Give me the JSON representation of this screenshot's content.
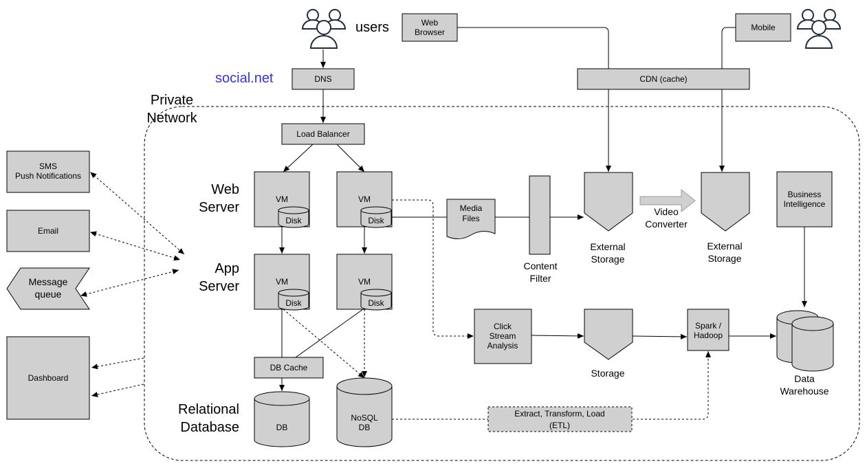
{
  "labels": {
    "users": "users",
    "social_net": "social.net",
    "private_network": [
      "Private",
      "Network"
    ],
    "web_server": [
      "Web",
      "Server"
    ],
    "app_server": [
      "App",
      "Server"
    ],
    "relational_database": [
      "Relational",
      "Database"
    ],
    "video_converter": [
      "Video",
      "Converter"
    ],
    "content_filter": [
      "Content",
      "Filter"
    ],
    "external_storage_1": [
      "External",
      "Storage"
    ],
    "external_storage_2": [
      "External",
      "Storage"
    ],
    "storage": "Storage",
    "data_warehouse": [
      "Data",
      "Warehouse"
    ]
  },
  "boxes": {
    "web_browser": [
      "Web",
      "Browser"
    ],
    "mobile": "Mobile",
    "dns": "DNS",
    "cdn": "CDN (cache)",
    "load_balancer": "Load Balancer",
    "vm": "VM",
    "disk": "Disk",
    "media_files": [
      "Media",
      "Files"
    ],
    "business_intelligence": [
      "Business",
      "Intelligence"
    ],
    "click_stream": [
      "Click",
      "Stream",
      "Analysis"
    ],
    "spark_hadoop": [
      "Spark /",
      "Hadoop"
    ],
    "db_cache": "DB Cache",
    "db": "DB",
    "nosql_db": [
      "NoSQL",
      "DB"
    ],
    "etl": [
      "Extract, Transform, Load",
      "(ETL)"
    ],
    "sms": [
      "SMS",
      "Push Notifications"
    ],
    "email": "Email",
    "message_queue": [
      "Message",
      "queue"
    ],
    "dashboard": "Dashboard"
  },
  "colors": {
    "box_fill": "#d0d0d0",
    "stroke": "#000000",
    "accent_text": "#3333ee",
    "icon_stroke": "#1e2d3d"
  }
}
